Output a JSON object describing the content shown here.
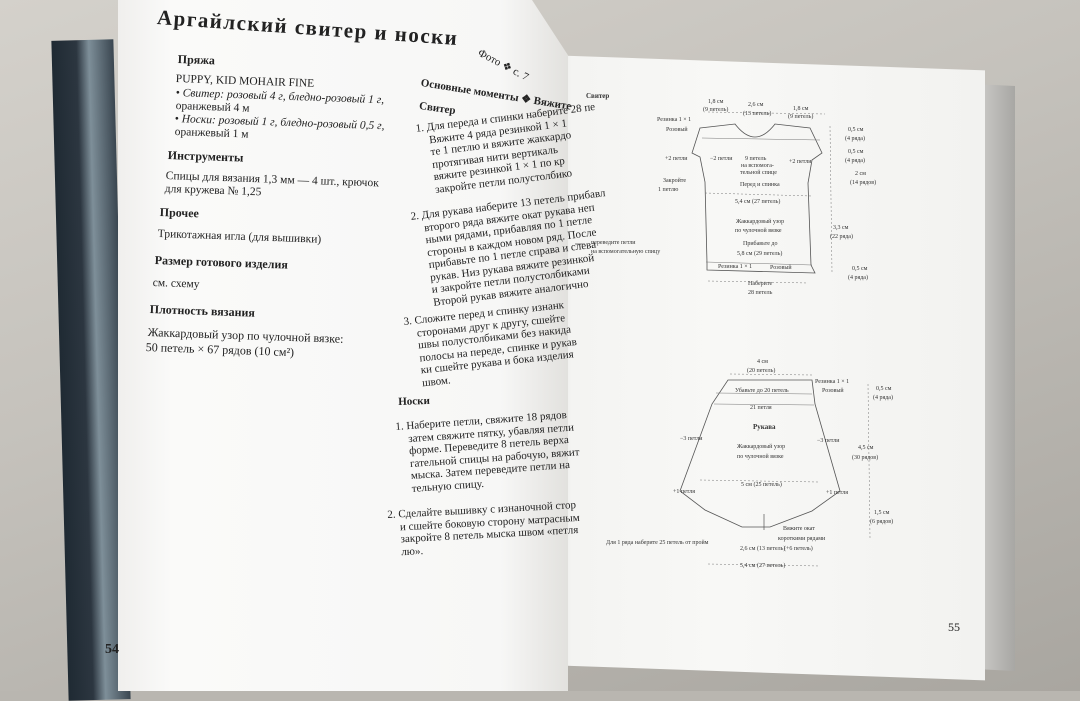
{
  "left_page": {
    "title": "Аргайлский свитер и носки",
    "photo_ref": "Фото ❖ с. 7",
    "yarn_heading": "Пряжа",
    "yarn_brand": "PUPPY, KID MOHAIR FINE",
    "yarn_sweater_1": "• Свитер: розовый 4 г, бледно-розовый 1 г,",
    "yarn_sweater_2": "оранжевый 4 м",
    "yarn_socks_1": "• Носки: розовый 1 г, бледно-розовый 0,5 г,",
    "yarn_socks_2": "оранжевый 1 м",
    "tools_heading": "Инструменты",
    "tools_1": "Спицы для вязания 1,3 мм — 4 шт., крючок",
    "tools_2": "для кружева № 1,25",
    "other_heading": "Прочее",
    "other_text": "Трикотажная игла (для вышивки)",
    "size_heading": "Размер готового изделия",
    "size_text": "см. схему",
    "gauge_heading": "Плотность вязания",
    "gauge_1": "Жаккардовый узор по чулочной вязке:",
    "gauge_2": "50 петель × 67 рядов (10 см²)",
    "key_points_heading": "Основные моменты ❖ Вяжите",
    "sweater_heading": "Свитер",
    "sw1": [
      "1. Для переда и спинки наберите 28 пе",
      "Вяжите 4 ряда резинкой 1 × 1",
      "те 1 петлю и вяжите жаккардо",
      "протягивая нити вертикаль",
      "вяжите резинкой 1 × 1 по кр",
      "закройте петли полустолбико"
    ],
    "sw2": [
      "2. Для рукава наберите 13 петель прибавл",
      "второго ряда вяжите окат рукава неп",
      "ными рядами, прибавляя по 1 петле",
      "стороны в каждом новом ряд. После",
      "прибавьте по 1 петле справа и слева",
      "рукав. Низ рукава вяжите резинкой",
      "и закройте петли полустолбиками",
      "Второй рукав вяжите аналогично"
    ],
    "sw3": [
      "3. Сложите перед и спинку изнанк",
      "сторонами друг к другу, сшейте",
      "швы полустолбиками без накида",
      "полосы на переде, спинке и рукав",
      "ки сшейте рукава и бока изделия",
      "швом."
    ],
    "socks_heading": "Носки",
    "so1": [
      "1. Наберите петли, свяжите 18 рядов",
      "затем свяжите пятку, убавляя петли",
      "форме. Переведите 8 петель верха",
      "гательной спицы на рабочую, вяжит",
      "мыска. Затем переведите петли на",
      "тельную спицу."
    ],
    "so2": [
      "2. Сделайте вышивку с изнаночной стор",
      "и сшейте боковую сторону матрасным",
      "закройте 8 петель мыска швом «петля",
      "лю»."
    ],
    "page_number": "54"
  },
  "right_page": {
    "sweater_label": "Свитер",
    "s_top_1": "1,8 см",
    "s_top_1b": "(9 петель)",
    "s_top_2": "2,6 см",
    "s_top_2b": "(13 петель)",
    "s_top_3": "1,8 см",
    "s_top_3b": "(9 петель)",
    "s_rib_top": "Резинка 1 × 1",
    "s_pink": "Розовый",
    "s_r1": "0,5 см",
    "s_r1b": "(4 ряда)",
    "s_r2": "0,5 см",
    "s_r2b": "(4 ряда)",
    "s_inc_left": "+2 петли",
    "s_dec_left": "−2 петли",
    "s_center_1": "9 петель",
    "s_center_2": "на вспомога-",
    "s_center_3": "тельной спице",
    "s_inc_right": "+2 петли",
    "s_r3": "2 см",
    "s_r3b": "(14 рядов)",
    "s_close_1": "Закройте",
    "s_close_2": "1 петлю",
    "s_front_back": "Перед и спинка",
    "s_width": "5,4 см (27 петель)",
    "s_jacquard_1": "Жаккардовый узор",
    "s_jacquard_2": "по чулочной вязке",
    "s_r4": "3,3 см",
    "s_r4b": "(22 ряда)",
    "s_transfer_1": "переведите петли",
    "s_transfer_2": "на вспомогательную спицу",
    "s_add_1": "Прибавьте до",
    "s_add_2": "5,8 см (29 петель)",
    "s_rib_bottom": "Резинка 1 × 1",
    "s_pink2": "Розовый",
    "s_r5": "0,5 см",
    "s_r5b": "(4 ряда)",
    "s_cast_1": "Наберите",
    "s_cast_2": "28 петель",
    "sleeve_label": "Рукава",
    "sl_top_1": "4 см",
    "sl_top_1b": "(20 петель)",
    "sl_rib": "Резинка 1 × 1",
    "sl_pink": "Розовый",
    "sl_r1": "0,5 см",
    "sl_r1b": "(4 ряда)",
    "sl_dec_to": "Убавьте до 20 петель",
    "sl_21": "21 петля",
    "sl_minus_l": "−3 петли",
    "sl_minus_r": "−3 петли",
    "sl_jacq_1": "Жаккардовый узор",
    "sl_jacq_2": "по чулочной вязке",
    "sl_r2": "4,5 см",
    "sl_r2b": "(30 рядов)",
    "sl_mid": "5 см (25 петель)",
    "sl_plus_l": "+1 петля",
    "sl_plus_r": "+1 петля",
    "sl_r3": "1,5 см",
    "sl_r3b": "(6 рядов)",
    "sl_cap_1": "Вяжите окат",
    "sl_cap_2": "короткими рядами",
    "sl_cap_3": "(+6 петель)",
    "sl_pickup": "Для 1 ряда наберите 25 петель от пройм",
    "sl_base": "2,6 см (13 петель)",
    "sl_width": "5,4 см (27 петель)",
    "page_number": "55"
  }
}
